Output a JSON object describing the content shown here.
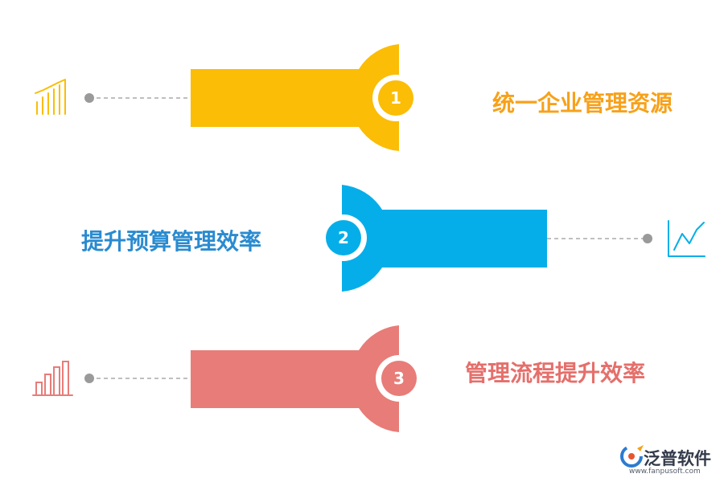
{
  "steps": [
    {
      "number": "1",
      "label": "统一企业管理资源",
      "color": "#fbbd05",
      "text_color": "#f7a11a",
      "icon": "signal-bars-icon"
    },
    {
      "number": "2",
      "label": "提升预算管理效率",
      "color": "#06aee9",
      "text_color": "#2a8bd0",
      "icon": "line-chart-icon"
    },
    {
      "number": "3",
      "label": "管理流程提升效率",
      "color": "#e87c78",
      "text_color": "#e56f6b",
      "icon": "bar-chart-icon"
    }
  ],
  "watermark": {
    "brand": "泛普软件",
    "url": "www.fanpusoft.com"
  }
}
